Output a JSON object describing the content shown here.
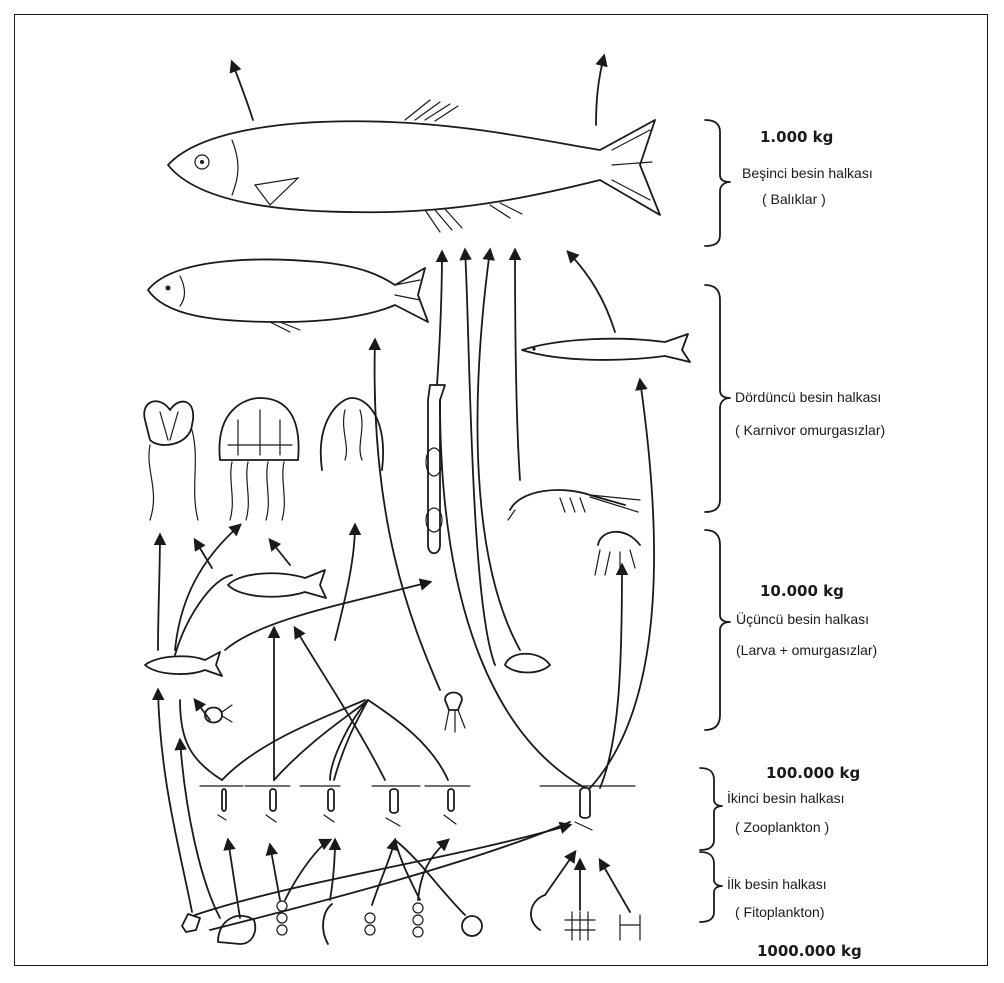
{
  "levels": [
    {
      "id": "fifth",
      "mass": "1.000 kg",
      "name": "Beşinci besin halkası",
      "group": "( Balıklar )"
    },
    {
      "id": "fourth",
      "mass": "",
      "name": "Dördüncü besin halkası",
      "group": "( Karnivor omurgasızlar)"
    },
    {
      "id": "third",
      "mass": "10.000 kg",
      "name": "Üçüncü besin halkası",
      "group": "(Larva + omurgasızlar)"
    },
    {
      "id": "second",
      "mass": "100.000 kg",
      "name": "İkinci besin halkası",
      "group": "( Zooplankton )"
    },
    {
      "id": "first",
      "mass": "1000.000 kg",
      "name": "İlk besin halkası",
      "group": "( Fitoplankton)"
    }
  ],
  "colors": {
    "ink": "#1a1a1a",
    "paper": "#ffffff"
  },
  "icons": [
    "large-fish",
    "small-fish",
    "jellyfish",
    "ctenophore",
    "arrow-worm",
    "shrimp",
    "amphipod",
    "copepod",
    "diatom"
  ]
}
